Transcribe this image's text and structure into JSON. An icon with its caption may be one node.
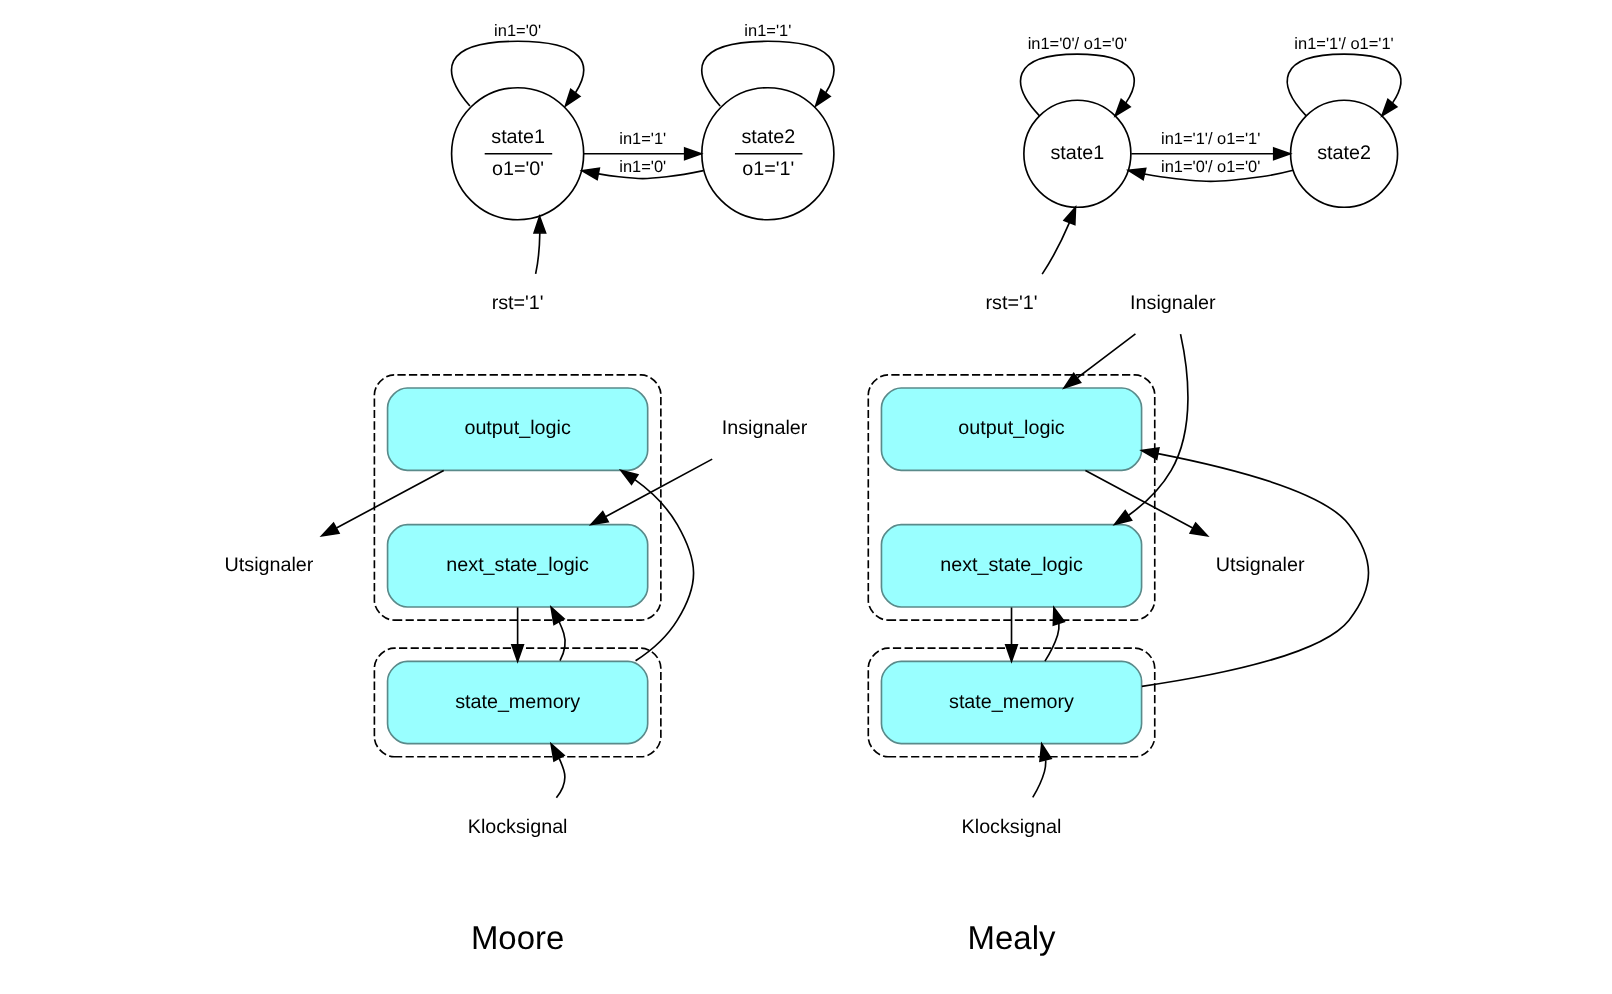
{
  "diagram": {
    "nodes": [
      {
        "text": [
          "state1",
          "o1='0'"
        ]
      },
      {
        "text": [
          "state2",
          "o1='1'"
        ]
      },
      {
        "text": [
          "rst='1'"
        ]
      },
      {
        "text": [
          "state1"
        ]
      },
      {
        "text": [
          "state2"
        ]
      },
      {
        "text": [
          "rst='1'"
        ]
      },
      {
        "text": [],
        "shape": "box"
      },
      {
        "text": [
          "output_logic"
        ],
        "in": 6
      },
      {
        "text": [
          "next_state_logic"
        ],
        "in": 6
      },
      {
        "text": [],
        "shape": "box"
      },
      {
        "text": [
          "state_memory"
        ],
        "in": 9
      },
      {
        "text": [
          "Insignaler"
        ]
      },
      {
        "text": [
          "Utsignaler"
        ]
      },
      {
        "text": [
          "Klocksignal"
        ]
      },
      {
        "text": [],
        "shape": "box"
      },
      {
        "text": [
          "output_logic"
        ],
        "in": 14
      },
      {
        "text": [
          "next_state_logic"
        ],
        "in": 14
      },
      {
        "text": [],
        "shape": "box"
      },
      {
        "text": [
          "state_memory"
        ],
        "in": 17
      },
      {
        "text": [
          "Insignaler"
        ]
      },
      {
        "text": [
          "Utsignaler"
        ]
      },
      {
        "text": [
          "Klocksignal"
        ]
      }
    ],
    "edges": [
      {
        "from": 0,
        "to": 0,
        "arrow": "to",
        "label": "in1='0'"
      },
      {
        "from": 0,
        "to": 1,
        "arrow": "to",
        "label": "in1='1'"
      },
      {
        "from": 1,
        "to": 1,
        "arrow": "to",
        "label": "in1='1'"
      },
      {
        "from": 1,
        "to": 0,
        "arrow": "to",
        "label": "in1='0'"
      },
      {
        "from": 2,
        "to": 0,
        "arrow": "to"
      },
      {
        "from": 3,
        "to": 3,
        "arrow": "to",
        "label": "in1='0'/ o1='0'"
      },
      {
        "from": 3,
        "to": 4,
        "arrow": "to",
        "label": "in1='1'/ o1='1'"
      },
      {
        "from": 4,
        "to": 4,
        "arrow": "to",
        "label": "in1='1'/ o1='1'"
      },
      {
        "from": 4,
        "to": 3,
        "arrow": "to",
        "label": "in1='0'/ o1='0'"
      },
      {
        "from": 5,
        "to": 3,
        "arrow": "to"
      },
      {
        "from": 11,
        "to": 8,
        "arrow": "to"
      },
      {
        "from": 10,
        "to": 7,
        "arrow": "to"
      },
      {
        "from": 10,
        "to": 8,
        "arrow": "to"
      },
      {
        "from": 8,
        "to": 10,
        "arrow": "to"
      },
      {
        "from": 7,
        "to": 12,
        "arrow": "to"
      },
      {
        "from": 13,
        "to": 10,
        "arrow": "to"
      },
      {
        "from": 19,
        "to": 15,
        "arrow": "to"
      },
      {
        "from": 19,
        "to": 16,
        "arrow": "to"
      },
      {
        "from": 18,
        "to": 15,
        "arrow": "to"
      },
      {
        "from": 18,
        "to": 16,
        "arrow": "to"
      },
      {
        "from": 16,
        "to": 18,
        "arrow": "to"
      },
      {
        "from": 15,
        "to": 20,
        "arrow": "to"
      },
      {
        "from": 21,
        "to": 18,
        "arrow": "to"
      }
    ],
    "labels": [
      "Moore",
      "Mealy"
    ]
  }
}
